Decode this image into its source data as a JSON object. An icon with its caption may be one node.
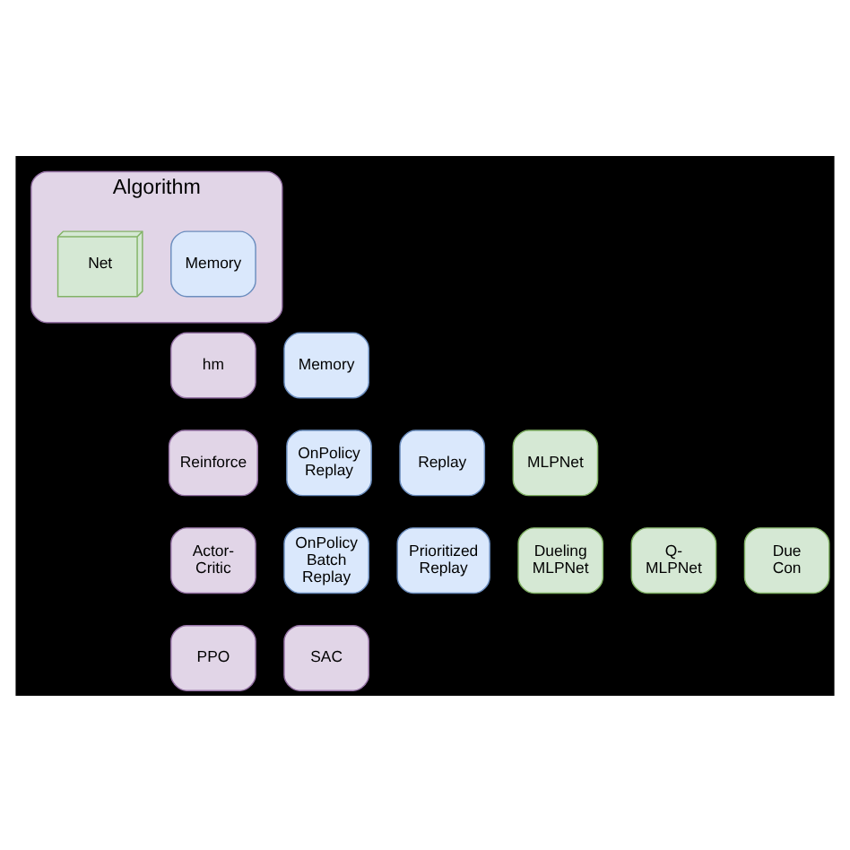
{
  "diagram": {
    "nodes": [
      {
        "text": [
          "Algorithm"
        ]
      },
      {
        "text": [
          "Memory"
        ],
        "in": 0
      },
      {
        "text": [
          "Net"
        ],
        "in": 0
      },
      {
        "text": [
          "hm"
        ]
      },
      {
        "text": [
          "Memory"
        ]
      },
      {
        "text": [
          "Reinforce"
        ]
      },
      {
        "text": [
          "OnPolicy Replay"
        ]
      },
      {
        "text": [
          "Replay"
        ]
      },
      {
        "text": [
          "MLPNet"
        ]
      },
      {
        "text": [
          "Actor-Critic"
        ]
      },
      {
        "text": [
          "OnPolicy Batch Replay"
        ]
      },
      {
        "text": [
          "Prioritized Replay"
        ]
      },
      {
        "text": [
          "Dueling MLPNet"
        ]
      },
      {
        "text": [
          "Q-MLPNet"
        ]
      },
      {
        "text": [
          "Due Con"
        ]
      },
      {
        "text": [
          "PPO"
        ]
      },
      {
        "text": [
          "SAC"
        ]
      }
    ]
  }
}
